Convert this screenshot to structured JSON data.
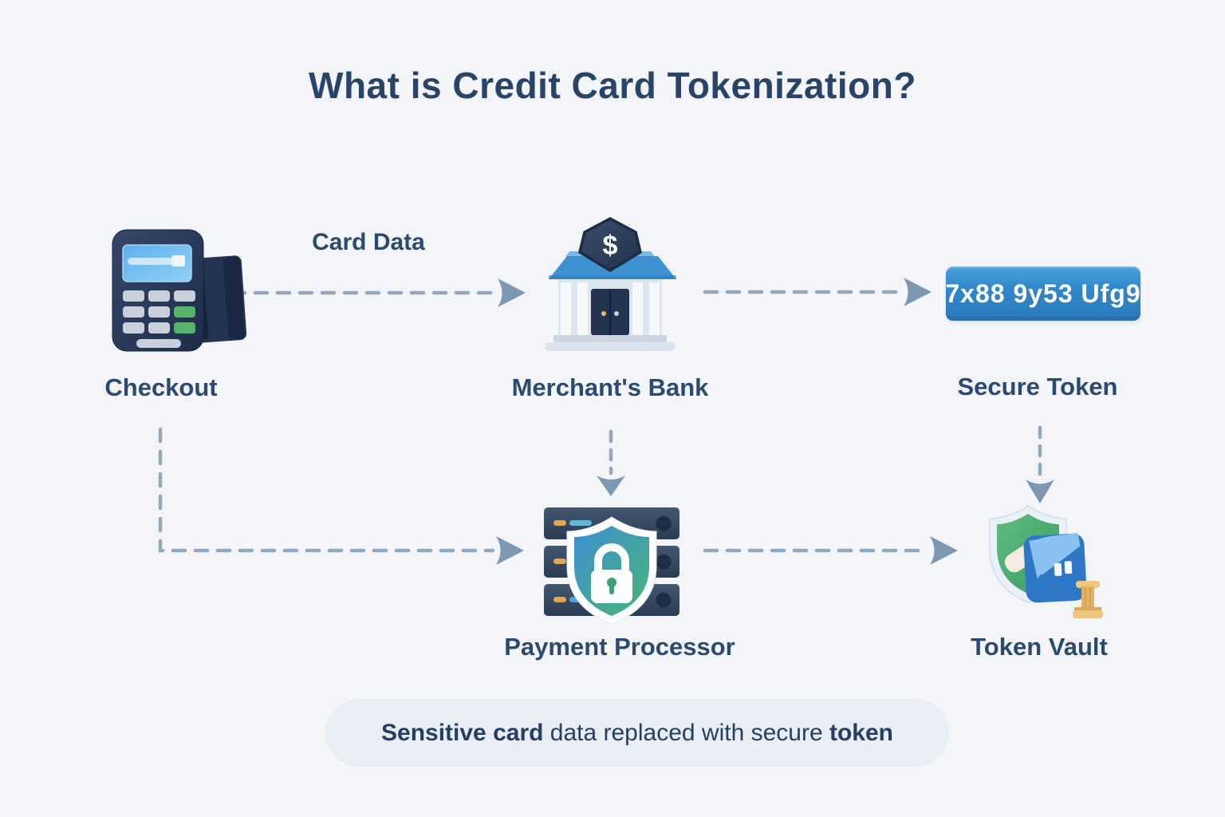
{
  "header": {
    "title": "What is Credit Card Tokenization?"
  },
  "flow": {
    "checkout": {
      "label": "Checkout",
      "icon": "payment-terminal-icon"
    },
    "bank": {
      "label": "Merchant's Bank",
      "shield_symbol": "$",
      "icon": "bank-building-icon"
    },
    "secure_token": {
      "label": "Secure Token",
      "token_value": "7x88 9y53 Ufg9"
    },
    "processor": {
      "label": "Payment Processor",
      "icon": "server-shield-lock-icon"
    },
    "vault": {
      "label": "Token Vault",
      "icon": "shield-vault-icon"
    },
    "card_data_edge_label": "Card Data",
    "edges": [
      {
        "from": "checkout",
        "to": "bank",
        "label": "Card Data",
        "style": "dashed"
      },
      {
        "from": "bank",
        "to": "secure_token",
        "label": "",
        "style": "dashed"
      },
      {
        "from": "bank",
        "to": "processor",
        "label": "",
        "style": "dashed"
      },
      {
        "from": "checkout",
        "to": "processor",
        "label": "",
        "style": "dashed"
      },
      {
        "from": "secure_token",
        "to": "vault",
        "label": "",
        "style": "dashed"
      },
      {
        "from": "processor",
        "to": "vault",
        "label": "",
        "style": "dashed"
      }
    ]
  },
  "footer": {
    "bold_lead": "Sensitive card",
    "middle": " data replaced with secure ",
    "bold_tail": "token"
  },
  "colors": {
    "page_background": "#f3f5f9",
    "heading_text": "#2a4468",
    "label_text": "#2c4a6e",
    "arrow_dash": "#93a7bd",
    "arrow_head": "#7e98b2",
    "token_box_blue": "#2f86c8",
    "shield_blue": "#3e8ed2",
    "shield_green": "#47b677",
    "terminal_navy": "#27364f",
    "key_green": "#57b36c",
    "roof_blue": "#3e92d1",
    "vault_blue": "#2e77c7",
    "spool_gold": "#f0c77e",
    "footer_pill_bg": "#e9edf4"
  }
}
